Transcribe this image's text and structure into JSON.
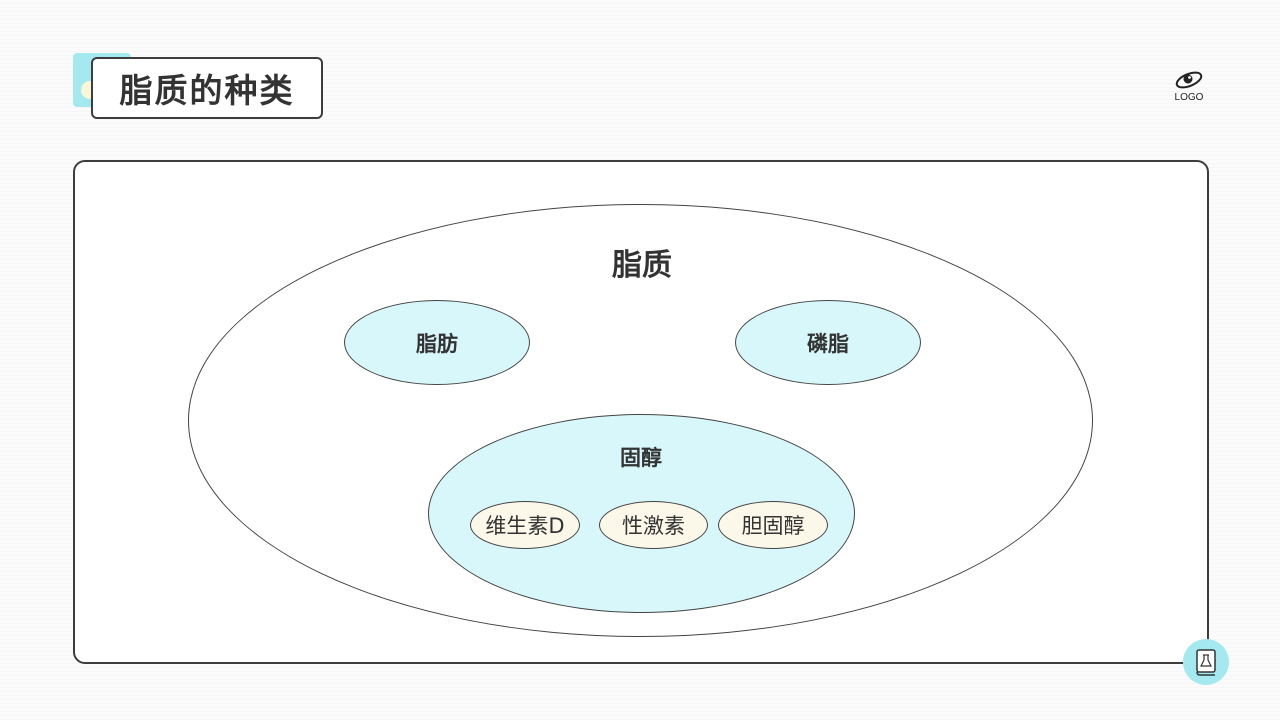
{
  "header": {
    "title": "脂质的种类",
    "logo_icon": "eye-orbit-icon",
    "logo_text": "LOGO"
  },
  "diagram": {
    "outer_label": "脂质",
    "categories": [
      {
        "label": "脂肪"
      },
      {
        "label": "磷脂"
      },
      {
        "label": "固醇",
        "children": [
          "维生素D",
          "性激素",
          "胆固醇"
        ]
      }
    ]
  },
  "footer": {
    "icon": "book-flask-icon"
  },
  "colors": {
    "accent": "#a4e9f0",
    "ellipse_fill": "#d8f7fa",
    "pill_fill": "#fbf8ea",
    "border": "#3d3d3d",
    "text": "#333333"
  }
}
